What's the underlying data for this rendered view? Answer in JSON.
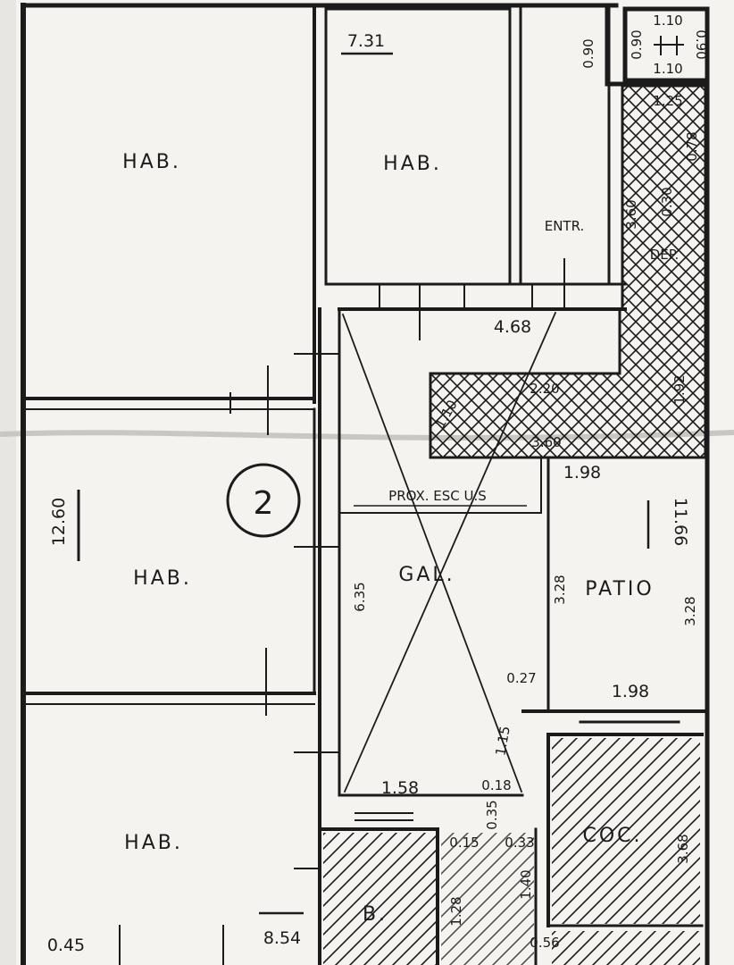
{
  "plan": {
    "unit_number": "2",
    "colors": {
      "paper": "#f4f3ef",
      "ink": "#1b1b1b",
      "background": "#e8e6e2"
    },
    "rooms": {
      "hab_top_left": "HAB.",
      "hab_top_center": "HAB.",
      "entrance": "ENTR.",
      "deposit": "DEP.",
      "hab_mid_left": "HAB.",
      "hab_bottom_left": "HAB.",
      "gallery": "GAL.",
      "patio": "PATIO",
      "kitchen": "COC.",
      "bath": "B.",
      "stair_note": "PROX. ESC U.S"
    },
    "dimensions": {
      "top_width": "7.31",
      "entr_depth": "0.90",
      "shaft_top": "1.10",
      "shaft_bottom": "1.10",
      "shaft_left": "0.90",
      "shaft_right": "0.90",
      "dep_top": "1.25",
      "dep_side": "3.60",
      "dep_right": "0.78",
      "dep_mid": "0.30",
      "hall_width": "4.68",
      "hatch_width": "2.20",
      "hatch_left": "1.10",
      "hatch_right": "1.92",
      "hatch_bottom": "3.60",
      "patio_top": "1.98",
      "patio_side": "11.66",
      "patio_height_left": "3.28",
      "patio_height_right": "3.28",
      "patio_bottom": "1.98",
      "left_depth": "12.60",
      "gal_height": "6.35",
      "small_a": "0.27",
      "small_b": "1.15",
      "gal_bottom": "1.58",
      "small_c": "0.18",
      "small_d": "0.35",
      "small_e": "0.15",
      "small_f": "0.33",
      "stair_side": "1.40",
      "kitchen_side": "3.68",
      "stair_steps": "1.28",
      "small_g": "0.56",
      "bottom_width": "8.54",
      "bottom_left": "0.45"
    }
  }
}
